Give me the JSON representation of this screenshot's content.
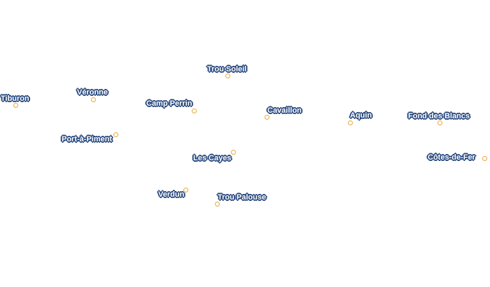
{
  "map": {
    "places": [
      {
        "id": "trou-soleil",
        "name": "Trou Soleil"
      },
      {
        "id": "tiburon",
        "name": "Tiburon"
      },
      {
        "id": "veronne",
        "name": "Véronne"
      },
      {
        "id": "camp-perrin",
        "name": "Camp Perrin"
      },
      {
        "id": "cavaillon",
        "name": "Cavaillon"
      },
      {
        "id": "aquin",
        "name": "Aquin"
      },
      {
        "id": "fond-des-blancs",
        "name": "Fond des Blancs"
      },
      {
        "id": "port-a-piment",
        "name": "Port-à-Piment"
      },
      {
        "id": "les-cayes",
        "name": "Les Cayes"
      },
      {
        "id": "cotes-de-fer",
        "name": "Côtes-de-Fer"
      },
      {
        "id": "verdun",
        "name": "Verdun"
      },
      {
        "id": "trou-palouse",
        "name": "Trou Palouse"
      }
    ]
  }
}
